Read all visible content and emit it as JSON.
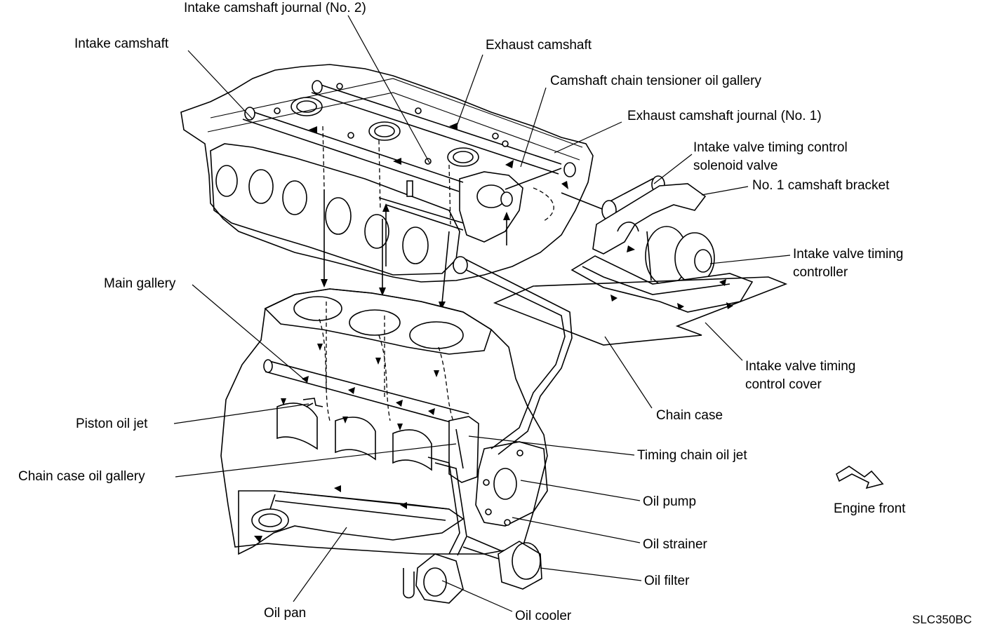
{
  "diagram": {
    "labels": {
      "intake_cam_journal_2": "Intake camshaft journal (No. 2)",
      "intake_camshaft": "Intake camshaft",
      "exhaust_camshaft": "Exhaust camshaft",
      "tensioner_gallery": "Camshaft chain tensioner oil gallery",
      "exhaust_cam_journal_1": "Exhaust camshaft journal (No. 1)",
      "ivtc_solenoid_1": "Intake valve timing control",
      "ivtc_solenoid_2": "solenoid valve",
      "cam_bracket": "No. 1 camshaft bracket",
      "ivtc_controller_1": "Intake valve timing",
      "ivtc_controller_2": "controller",
      "main_gallery": "Main gallery",
      "ivtc_cover_1": "Intake valve timing",
      "ivtc_cover_2": "control cover",
      "chain_case": "Chain case",
      "piston_oil_jet": "Piston oil jet",
      "timing_chain_oil_jet": "Timing chain oil jet",
      "chain_case_oil_gallery": "Chain case oil gallery",
      "oil_pump": "Oil pump",
      "engine_front": "Engine front",
      "oil_strainer": "Oil strainer",
      "oil_filter": "Oil filter",
      "oil_pan": "Oil pan",
      "oil_cooler": "Oil cooler",
      "figure_code": "SLC350BC"
    }
  }
}
